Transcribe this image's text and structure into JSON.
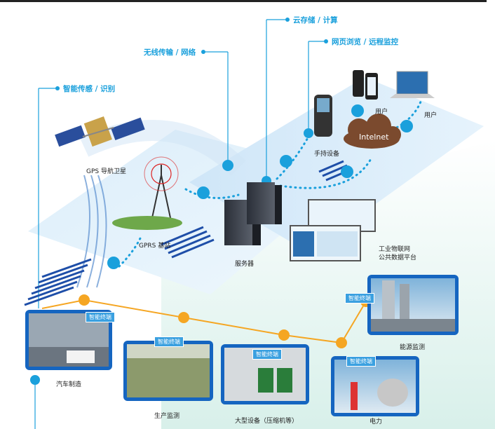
{
  "headers": {
    "sensing": "智能传感 / 识别",
    "wireless": "无线传输 / 网络",
    "cloud": "云存储 / 计算",
    "web": "网页浏览 / 远程监控"
  },
  "nodes": {
    "gps": "GPS 导航卫星",
    "gprs": "GPRS 基站",
    "server": "服务器",
    "handheld": "手持设备",
    "user1": "用户",
    "user2": "用户",
    "internet": "Intelnet",
    "platform_line1": "工业物联网",
    "platform_line2": "公共数据平台"
  },
  "terminals": {
    "tag": "智能终端",
    "auto": "汽车制造",
    "production": "生产监测",
    "equipment": "大型设备（压缩机等）",
    "power": "电力",
    "energy": "能源监测"
  },
  "colors": {
    "accent": "#1aa0dc",
    "orange": "#f5a623",
    "frame": "#1565c0"
  }
}
